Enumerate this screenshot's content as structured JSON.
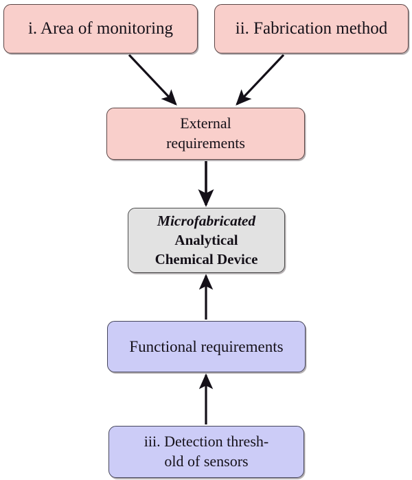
{
  "diagram": {
    "title": "Microfabricated Analytical Chemical Device requirements flowchart",
    "colors": {
      "pink_fill": "#f9cfcb",
      "lavender_fill": "#ccccf7",
      "gray_fill": "#e2e2e2",
      "stroke": "#141018",
      "background": "#ffffff"
    },
    "nodes": {
      "area_monitoring": {
        "label": "i.  Area of monitoring",
        "lines": [
          "i.  Area of monitoring"
        ],
        "fill": "#f9cfcb"
      },
      "fabrication_method": {
        "label": "ii.  Fabrication method",
        "lines": [
          "ii.  Fabrication method"
        ],
        "fill": "#f9cfcb"
      },
      "external_requirements": {
        "label": "External requirements",
        "lines": [
          "External",
          "requirements"
        ],
        "fill": "#f9cfcb"
      },
      "device": {
        "label": "Microfabricated Analytical Chemical Device",
        "lines": [
          "Microfabricated",
          "Analytical",
          "Chemical Device"
        ],
        "fill": "#e2e2e2"
      },
      "functional_requirements": {
        "label": "Functional requirements",
        "lines": [
          "Functional requirements"
        ],
        "fill": "#ccccf7"
      },
      "detection_threshold": {
        "label": "iii.  Detection threshold of sensors",
        "lines": [
          "iii.  Detection thresh-",
          "old of sensors"
        ],
        "fill": "#ccccf7"
      }
    },
    "edges": [
      {
        "name": "area-monitoring-to-external",
        "from": "area_monitoring",
        "to": "external_requirements",
        "direction": "down-right"
      },
      {
        "name": "fabrication-method-to-external",
        "from": "fabrication_method",
        "to": "external_requirements",
        "direction": "down-left"
      },
      {
        "name": "external-to-device",
        "from": "external_requirements",
        "to": "device",
        "direction": "down"
      },
      {
        "name": "functional-to-device",
        "from": "functional_requirements",
        "to": "device",
        "direction": "up"
      },
      {
        "name": "detection-threshold-to-functional",
        "from": "detection_threshold",
        "to": "functional_requirements",
        "direction": "up"
      }
    ]
  }
}
